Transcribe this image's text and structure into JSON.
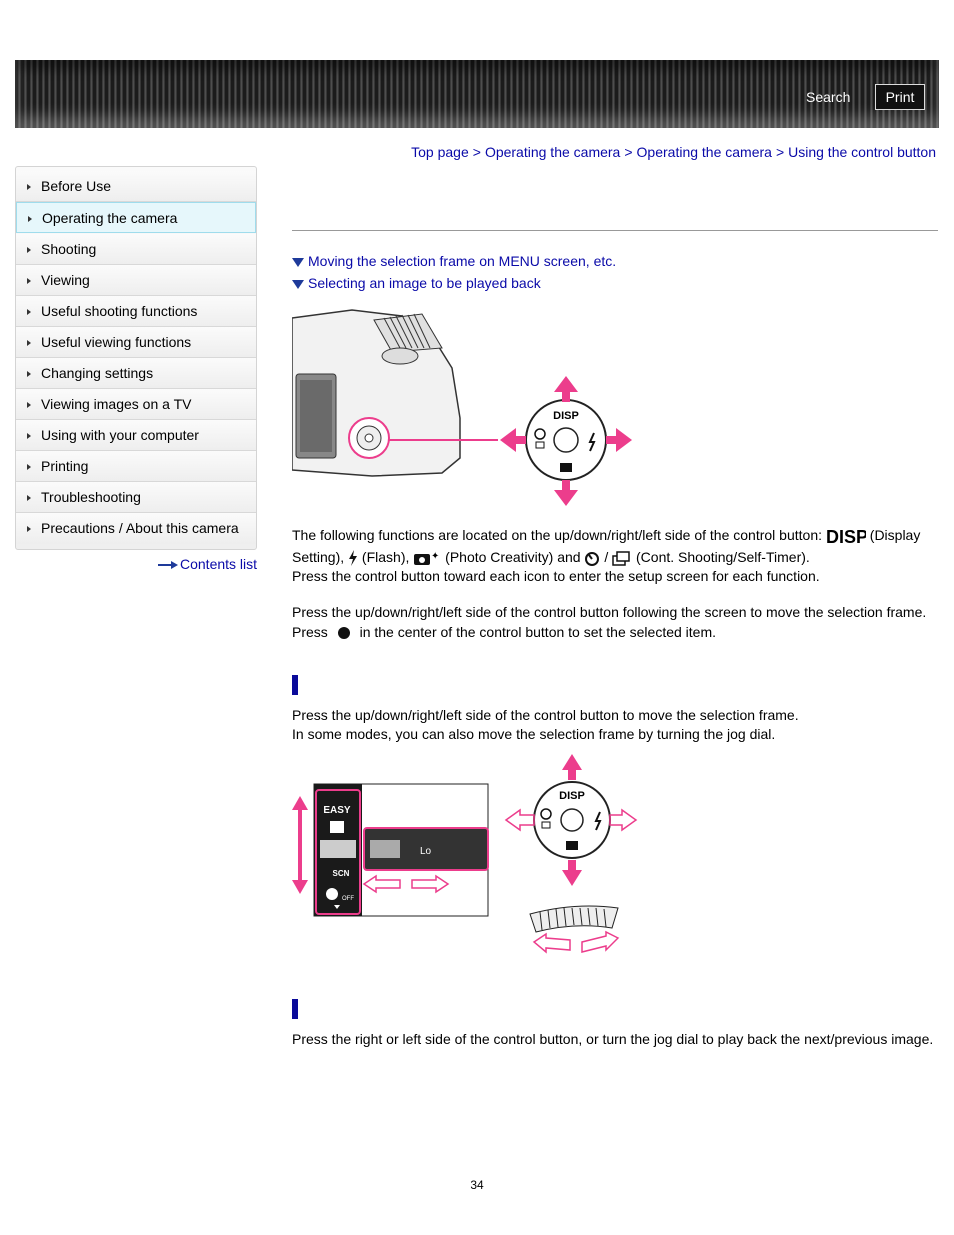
{
  "header": {
    "search_label": "Search",
    "print_label": "Print"
  },
  "breadcrumb": {
    "items": [
      "Top page",
      "Operating the camera",
      "Operating the camera",
      "Using the control button"
    ],
    "separator": ">"
  },
  "sidebar": {
    "items": [
      {
        "label": "Before Use"
      },
      {
        "label": "Operating the camera",
        "active": true
      },
      {
        "label": "Shooting"
      },
      {
        "label": "Viewing"
      },
      {
        "label": "Useful shooting functions"
      },
      {
        "label": "Useful viewing functions"
      },
      {
        "label": "Changing settings"
      },
      {
        "label": "Viewing images on a TV"
      },
      {
        "label": "Using with your computer"
      },
      {
        "label": "Printing"
      },
      {
        "label": "Troubleshooting"
      },
      {
        "label": "Precautions / About this camera"
      }
    ],
    "contents_link": "Contents list"
  },
  "anchors": [
    "Moving the selection frame on MENU screen, etc.",
    "Selecting an image to be played back"
  ],
  "intro": {
    "p1_a": "The following functions are located on the up/down/right/left side of the control button:",
    "p1_b": "(Display",
    "p1_c": "Setting),",
    "p1_d": "(Flash),",
    "p1_e": "(Photo Creativity) and",
    "p1_f": "/",
    "p1_g": "(Cont. Shooting/Self-Timer).",
    "p2": "Press the control button toward each icon to enter the setup screen for each function.",
    "p3": "Press the up/down/right/left side of the control button following the screen to move the selection frame.",
    "p4_a": "Press",
    "p4_b": "in the center of the control button to set the selected item."
  },
  "section1": {
    "line1": "Press the up/down/right/left side of the control button to move the selection frame.",
    "line2": "In some modes, you can also move the selection frame by turning the jog dial."
  },
  "section2": {
    "line1": "Press the right or left side of the control button, or turn the jog dial to play back the next/previous image."
  },
  "dial_labels": {
    "disp": "DISP",
    "easy": "EASY",
    "scn": "SCN",
    "off": "OFF",
    "lo": "Lo"
  },
  "page_number": "34",
  "colors": {
    "link": "#0a0aa8",
    "accent_pink": "#ec3d8c",
    "section_bar": "#0a0a9a"
  }
}
